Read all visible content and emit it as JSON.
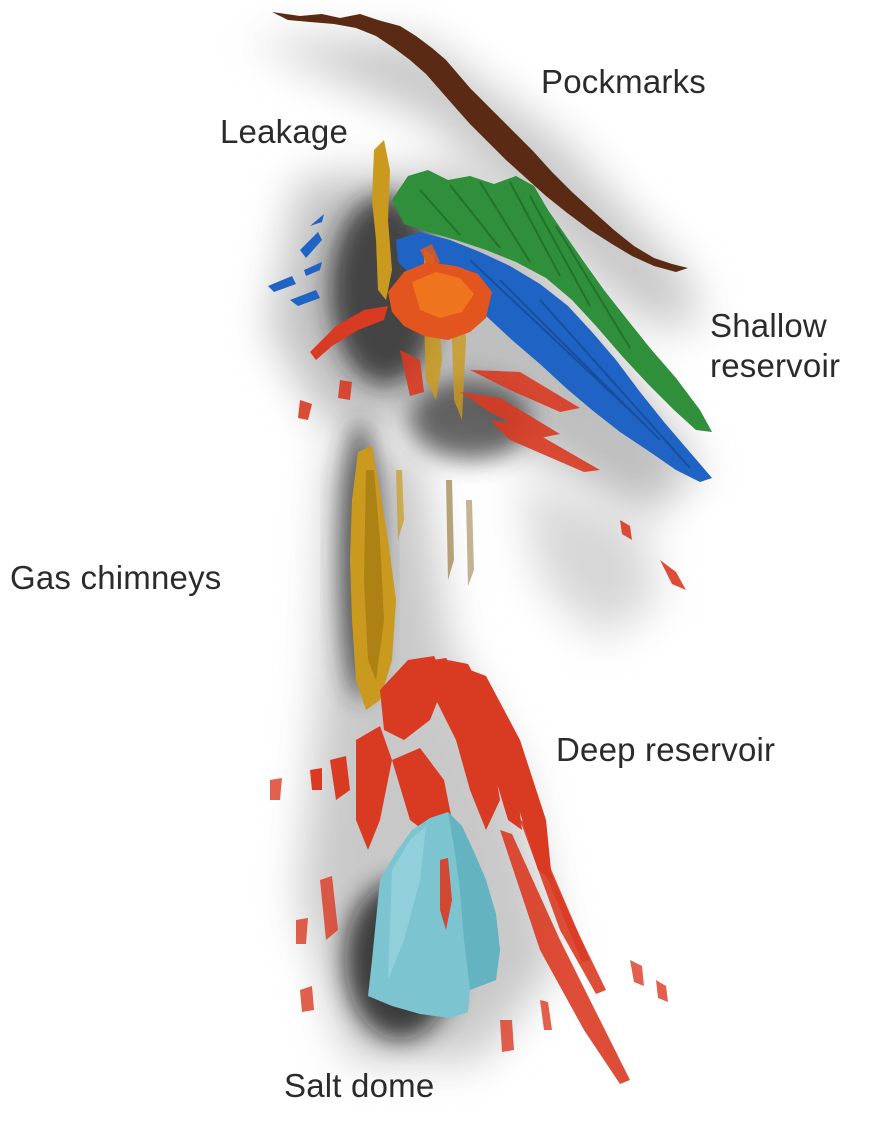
{
  "labels": {
    "pockmarks": "Pockmarks",
    "leakage": "Leakage",
    "shallow_reservoir_line1": "Shallow",
    "shallow_reservoir_line2": "reservoir",
    "gas_chimneys": "Gas chimneys",
    "deep_reservoir": "Deep reservoir",
    "salt_dome": "Salt dome"
  },
  "colors": {
    "pockmarks_surface": "#5a2a14",
    "shallow_reservoir_green": "#2f8f3a",
    "shallow_reservoir_blue": "#1f63c4",
    "gas_chimney": "#c99a1e",
    "leakage_orange": "#e2551e",
    "deep_reservoir_red": "#d93a22",
    "salt_dome": "#7cc4cf",
    "shadow": "#2a2a2a"
  }
}
